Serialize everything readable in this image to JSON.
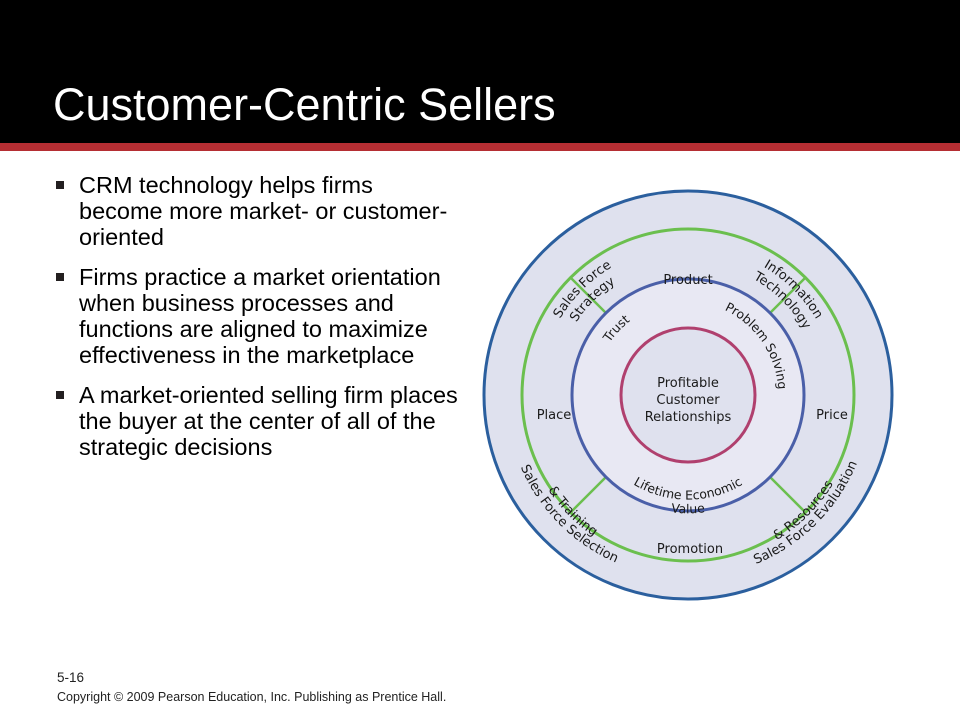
{
  "slide": {
    "title": "Customer-Centric Sellers",
    "bullets": [
      "CRM technology helps firms become more market- or customer-oriented",
      "Firms practice a market orientation when business processes and functions are aligned to maximize effectiveness in the marketplace",
      "A market-oriented selling firm places the buyer at the center of all of the strategic decisions"
    ],
    "slide_number": "5-16",
    "copyright": "Copyright © 2009 Pearson Education, Inc. Publishing as Prentice Hall."
  },
  "diagram": {
    "outer_ring": [
      "Sales Force Strategy",
      "Information Technology",
      "Sales Force Evaluation & Resources",
      "Sales Force Selection & Training"
    ],
    "outer_ring_lines": [
      [
        "Sales Force",
        "Strategy"
      ],
      [
        "Information",
        "Technology"
      ],
      [
        "Sales Force Evaluation",
        "& Resources"
      ],
      [
        "Sales Force Selection",
        "& Training"
      ]
    ],
    "middle_ring": [
      "Product",
      "Price",
      "Promotion",
      "Place"
    ],
    "inner_ring": [
      "Trust",
      "Problem Solving",
      "Lifetime Economic Value"
    ],
    "inner_ring_lines": [
      [
        "Lifetime Economic",
        "Value"
      ]
    ],
    "center": [
      "Profitable",
      "Customer",
      "Relationships"
    ]
  },
  "colors": {
    "header_bg": "#000000",
    "accent_rule": "#b52e33",
    "outer_ring_stroke": "#2b5f9e",
    "middle_ring_stroke": "#6bbf4e",
    "inner_ring_stroke": "#4a5fa8",
    "center_stroke": "#b0406e",
    "ring_fill": "#dfe1ee",
    "inner_fill": "#e8e8f3"
  },
  "icons": {
    "bullet": "square-bullet-icon"
  }
}
